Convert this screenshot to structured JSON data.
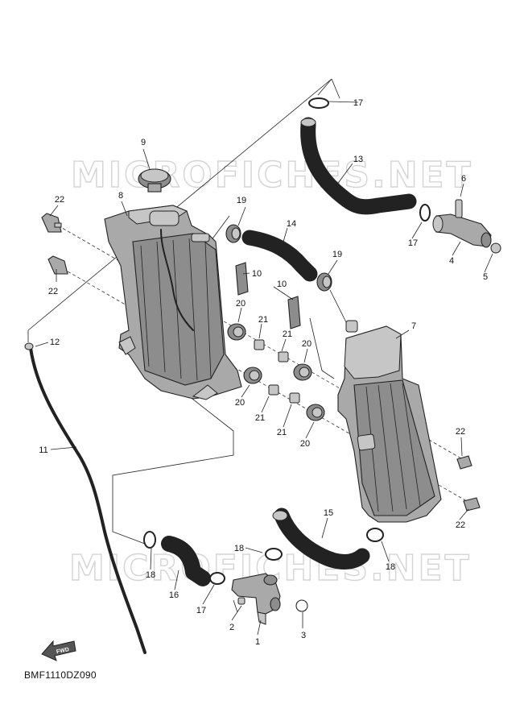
{
  "watermark": "MICROFICHES.NET",
  "diagram_code": "BMF1110DZ090",
  "fwd_label": "FWD",
  "callouts": {
    "c1": "1",
    "c2": "2",
    "c3": "3",
    "c4": "4",
    "c5": "5",
    "c6": "6",
    "c7": "7",
    "c8": "8",
    "c9": "9",
    "c10a": "10",
    "c10b": "10",
    "c11": "11",
    "c12": "12",
    "c13": "13",
    "c14": "14",
    "c15": "15",
    "c16": "16",
    "c17a": "17",
    "c17b": "17",
    "c17c": "17",
    "c18a": "18",
    "c18b": "18",
    "c18c": "18",
    "c19a": "19",
    "c19b": "19",
    "c20a": "20",
    "c20b": "20",
    "c20c": "20",
    "c20d": "20",
    "c21a": "21",
    "c21b": "21",
    "c21c": "21",
    "c21d": "21",
    "c22a": "22",
    "c22b": "22",
    "c22c": "22",
    "c22d": "22"
  },
  "colors": {
    "part_fill": "#a9a9a9",
    "part_dark": "#8d8d8d",
    "line": "#222222",
    "watermark": "#d4d4d4"
  }
}
